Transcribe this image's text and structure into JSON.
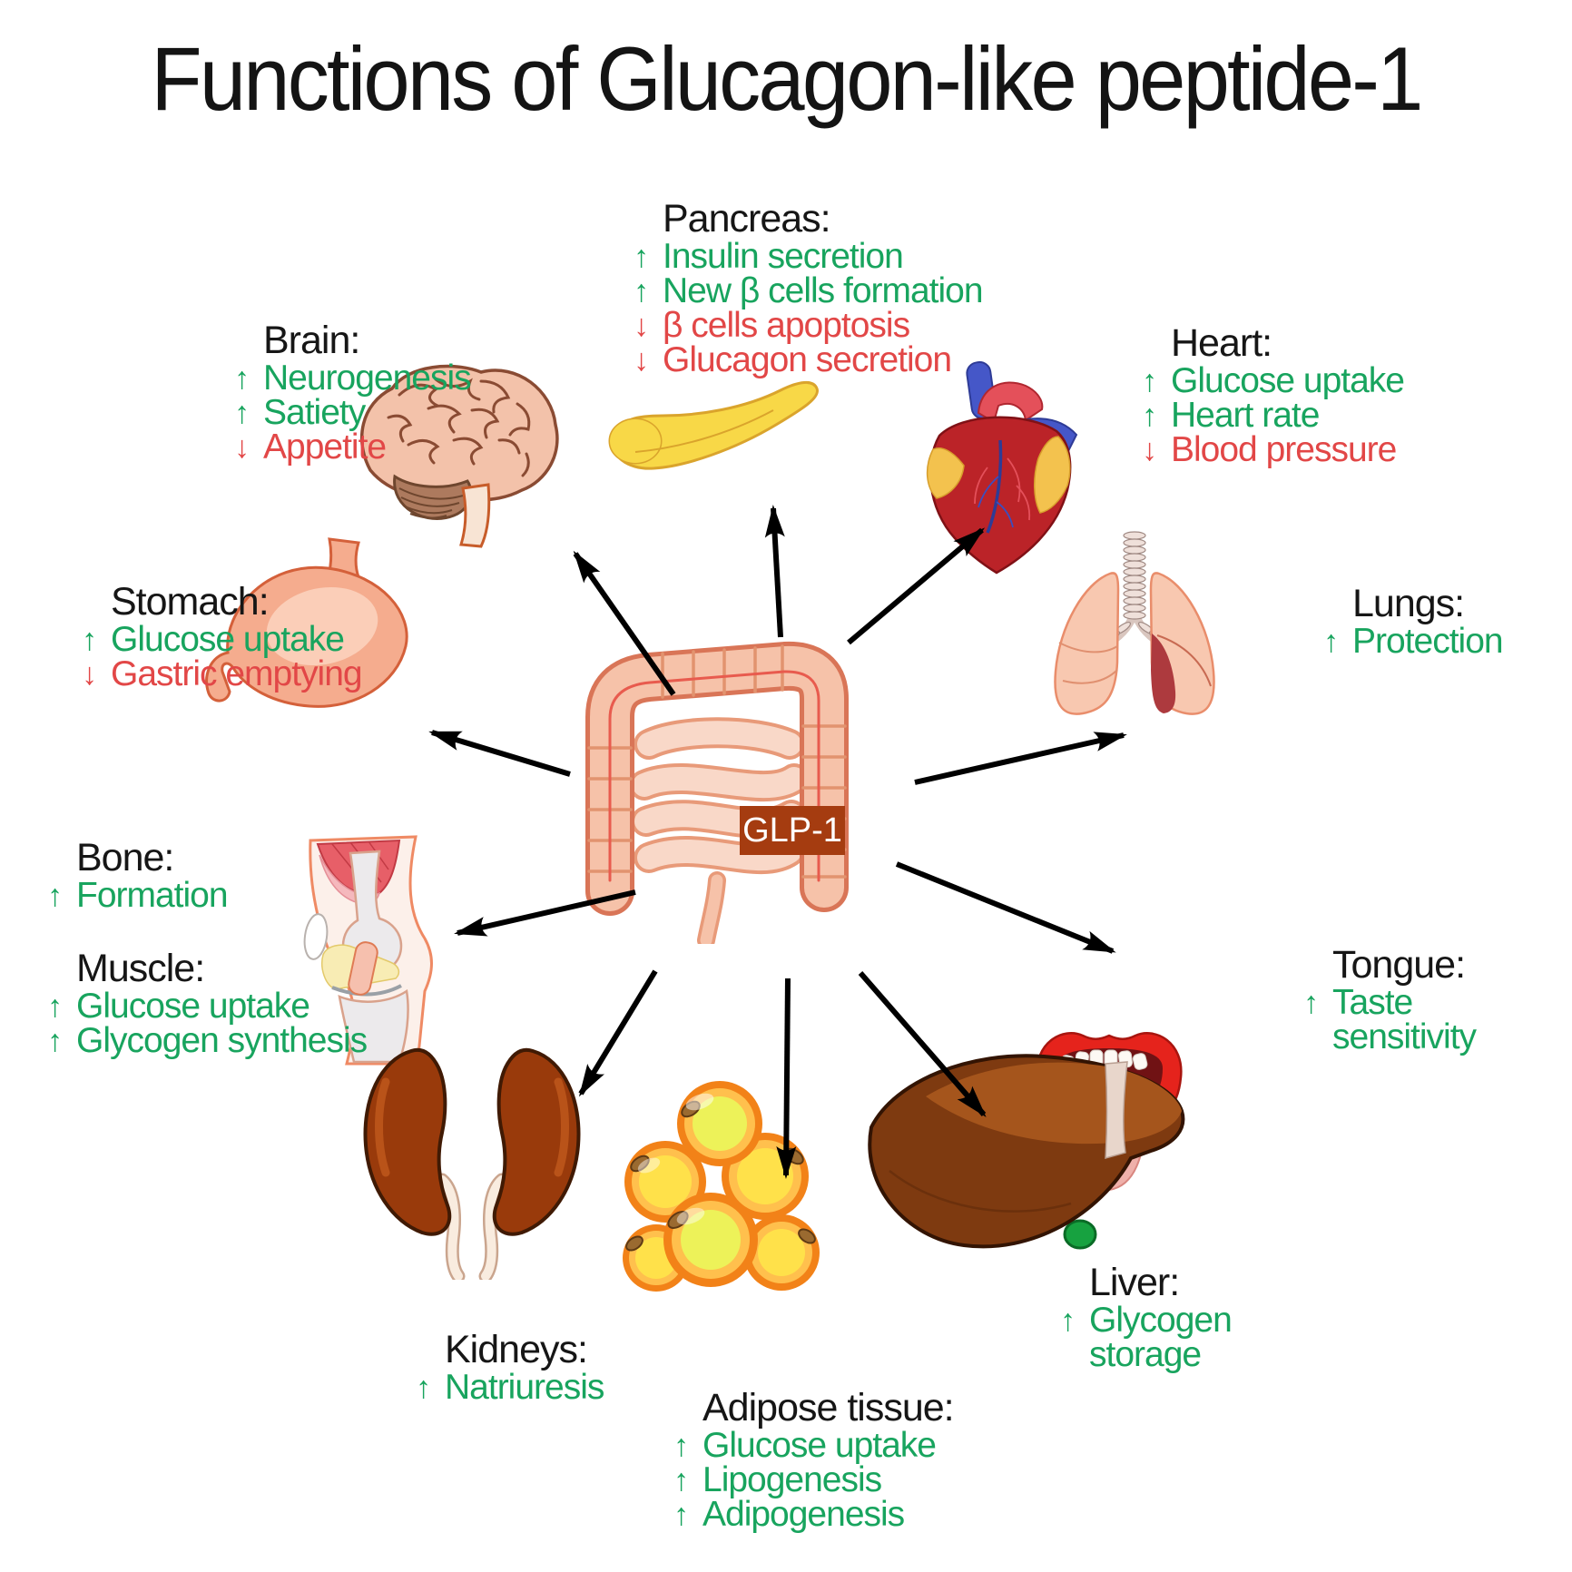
{
  "title": "Functions of Glucagon-like peptide-1",
  "center": {
    "label": "GLP-1"
  },
  "colors": {
    "increase_green": "#18a45e",
    "decrease_red": "#e24747",
    "glp1_box": "#a53c10",
    "arrow_black": "#000000"
  },
  "organs": {
    "pancreas": {
      "name": "Pancreas:",
      "items": [
        {
          "glyph": "↑",
          "label": "Insulin secretion",
          "dir": "up"
        },
        {
          "glyph": "↑",
          "label": "New β cells formation",
          "dir": "up"
        },
        {
          "glyph": "↓",
          "label": "β cells apoptosis",
          "dir": "down"
        },
        {
          "glyph": "↓",
          "label": "Glucagon secretion",
          "dir": "down"
        }
      ]
    },
    "brain": {
      "name": "Brain:",
      "items": [
        {
          "glyph": "↑",
          "label": "Neurogenesis",
          "dir": "up"
        },
        {
          "glyph": "↑",
          "label": "Satiety",
          "dir": "up"
        },
        {
          "glyph": "↓",
          "label": "Appetite",
          "dir": "down"
        }
      ]
    },
    "heart": {
      "name": "Heart:",
      "items": [
        {
          "glyph": "↑",
          "label": "Glucose uptake",
          "dir": "up"
        },
        {
          "glyph": "↑",
          "label": "Heart rate",
          "dir": "up"
        },
        {
          "glyph": "↓",
          "label": "Blood pressure",
          "dir": "down"
        }
      ]
    },
    "stomach": {
      "name": "Stomach:",
      "items": [
        {
          "glyph": "↑",
          "label": "Glucose uptake",
          "dir": "up"
        },
        {
          "glyph": "↓",
          "label": "Gastric emptying",
          "dir": "down"
        }
      ]
    },
    "lungs": {
      "name": "Lungs:",
      "items": [
        {
          "glyph": "↑",
          "label": "Protection",
          "dir": "up"
        }
      ]
    },
    "tongue": {
      "name": "Tongue:",
      "items": [
        {
          "glyph": "↑",
          "label": "Taste sensitivity",
          "dir": "up"
        }
      ]
    },
    "bone": {
      "name": "Bone:",
      "items": [
        {
          "glyph": "↑",
          "label": "Formation",
          "dir": "up"
        }
      ]
    },
    "muscle": {
      "name": "Muscle:",
      "items": [
        {
          "glyph": "↑",
          "label": "Glucose uptake",
          "dir": "up"
        },
        {
          "glyph": "↑",
          "label": "Glycogen synthesis",
          "dir": "up"
        }
      ]
    },
    "kidneys": {
      "name": "Kidneys:",
      "items": [
        {
          "glyph": "↑",
          "label": "Natriuresis",
          "dir": "up"
        }
      ]
    },
    "adipose": {
      "name": "Adipose tissue:",
      "items": [
        {
          "glyph": "↑",
          "label": "Glucose uptake",
          "dir": "up"
        },
        {
          "glyph": "↑",
          "label": "Lipogenesis",
          "dir": "up"
        },
        {
          "glyph": "↑",
          "label": "Adipogenesis",
          "dir": "up"
        }
      ]
    },
    "liver": {
      "name": "Liver:",
      "items": [
        {
          "glyph": "↑",
          "label": "Glycogen storage",
          "dir": "up"
        }
      ]
    }
  }
}
